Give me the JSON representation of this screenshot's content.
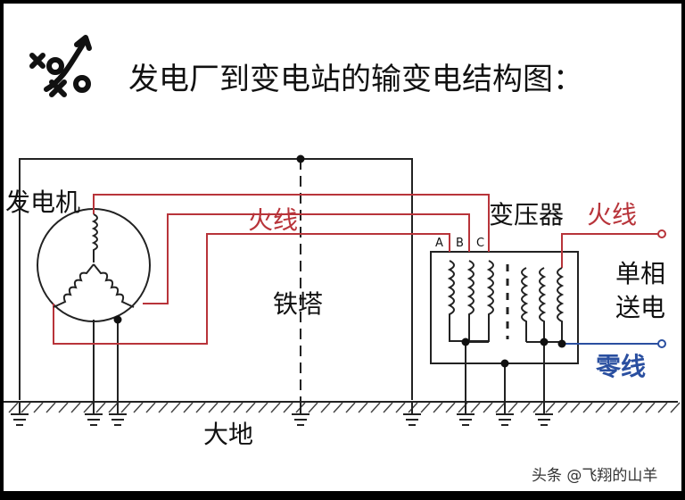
{
  "header": {
    "logo_icon": "x-o-arrow-logo-icon",
    "title": "发电厂到变电站的输变电结构图："
  },
  "labels": {
    "generator": "发电机",
    "hot_wire_top": "火线",
    "tower": "铁塔",
    "transformer": "变压器",
    "hot_wire_right": "火线",
    "single_phase_line1": "单相",
    "single_phase_line2": "送电",
    "neutral_wire": "零线",
    "earth": "大地",
    "phase_a": "A",
    "phase_b": "B",
    "phase_c": "C"
  },
  "watermark": "头条 @飞翔的山羊",
  "colors": {
    "background": "#ffffff",
    "wire_black": "#222222",
    "wire_red": "#b8343a",
    "label_red": "#b8343a",
    "label_blue": "#2a4fa0",
    "neutral_blue": "#2a4fa0"
  }
}
